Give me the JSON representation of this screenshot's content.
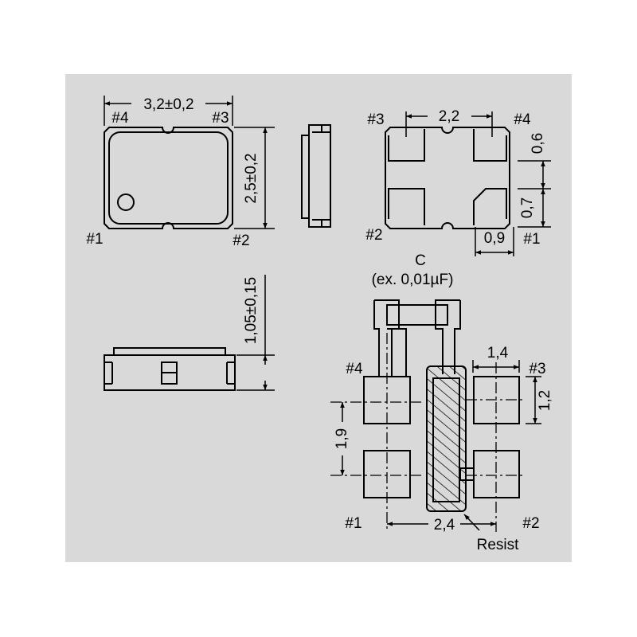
{
  "colors": {
    "panel": "#d9d9d9",
    "line": "#000000"
  },
  "top_view": {
    "width_dim": "3,2±0,2",
    "height_dim": "2,5±0,2",
    "pin4": "#4",
    "pin3": "#3",
    "pin1": "#1",
    "pin2": "#2"
  },
  "bottom_view": {
    "pitch_dim": "2,2",
    "pad_h_dim": "0,6",
    "gap_dim": "0,7",
    "pad_w_dim": "0,9",
    "pin3": "#3",
    "pin4": "#4",
    "pin2": "#2",
    "pin1": "#1"
  },
  "side_view": {
    "height_dim": "1,05±0,15"
  },
  "land_pattern": {
    "cap_label": "C",
    "cap_note": "(ex. 0,01µF)",
    "pad_w_dim": "1,4",
    "pad_h_dim": "1,2",
    "v_pitch_dim": "1,9",
    "h_pitch_dim": "2,4",
    "resist_label": "Resist",
    "pin4": "#4",
    "pin3": "#3",
    "pin1": "#1",
    "pin2": "#2"
  }
}
